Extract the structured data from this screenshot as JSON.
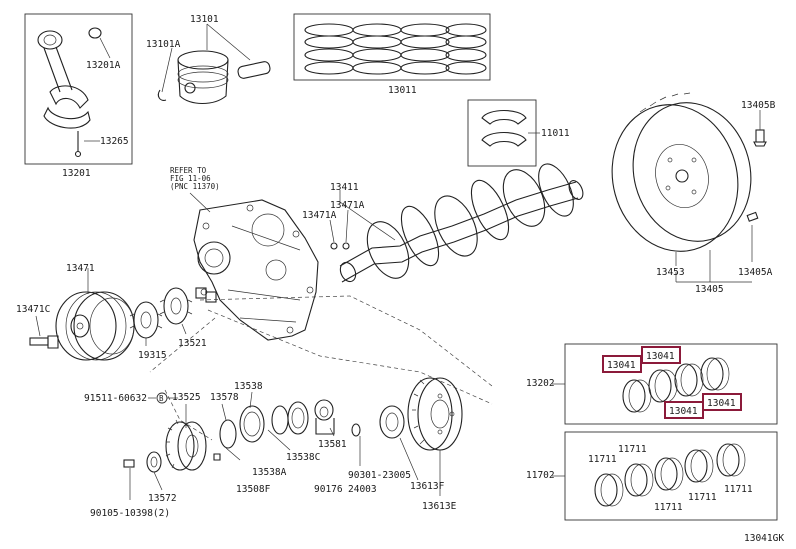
{
  "labels": {
    "p13201A": "13201A",
    "p13265": "13265",
    "p13201": "13201",
    "p13101": "13101",
    "p13101A": "13101A",
    "p13011": "13011",
    "p11011": "11011",
    "p13405B": "13405B",
    "ref1": "REFER TO",
    "ref2": "FIG 11-06",
    "ref3": "(PNC 11370)",
    "p13411": "13411",
    "p13471Atop": "13471A",
    "p13471Aleft": "13471A",
    "p13471": "13471",
    "p13471C": "13471C",
    "p19315": "19315",
    "p13521": "13521",
    "p13453": "13453",
    "p13405A": "13405A",
    "p13405": "13405",
    "p13202": "13202",
    "p13041a": "13041",
    "p13041b": "13041",
    "p13041c": "13041",
    "p13041d": "13041",
    "p91511": "91511-60632",
    "pB": "B",
    "p13525": "13525",
    "p13578": "13578",
    "p13538": "13538",
    "p13538A": "13538A",
    "p13538C": "13538C",
    "p13581": "13581",
    "p13508F": "13508F",
    "p13572": "13572",
    "p90105": "90105-10398(2)",
    "p90176": "90176",
    "p24003": "24003",
    "p90301": "90301-23005",
    "p13613F": "13613F",
    "p13613E": "13613E",
    "p11702": "11702",
    "p11711a": "11711",
    "p11711b": "11711",
    "p11711c": "11711",
    "p11711d": "11711",
    "p11711e": "11711",
    "figcode": "13041GK"
  },
  "colors": {
    "highlight": "#8b1a3a",
    "line": "#222222"
  }
}
